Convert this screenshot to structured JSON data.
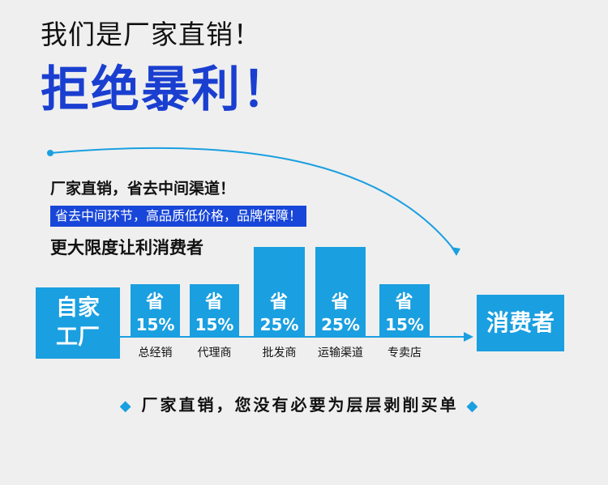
{
  "headline": "我们是厂家直销！",
  "big_headline": "拒绝暴利！",
  "line1": "厂家直销，省去中间渠道！",
  "line2": "省去中间环节，高品质低价格，品牌保障！",
  "line3": "更大限度让利消费者",
  "factory": {
    "line1": "自家",
    "line2": "工厂"
  },
  "consumer": "消费者",
  "stages": [
    {
      "save": "省",
      "percent": "15%",
      "label": "总经销"
    },
    {
      "save": "省",
      "percent": "15%",
      "label": "代理商"
    },
    {
      "save": "省",
      "percent": "25%",
      "label": "批发商"
    },
    {
      "save": "省",
      "percent": "25%",
      "label": "运输渠道"
    },
    {
      "save": "省",
      "percent": "15%",
      "label": "专卖店"
    }
  ],
  "bottom_text": "厂家直销，您没有必要为层层剥削买单",
  "colors": {
    "blue_dark": "#1a3fd0",
    "blue_light": "#1a9fe0"
  }
}
